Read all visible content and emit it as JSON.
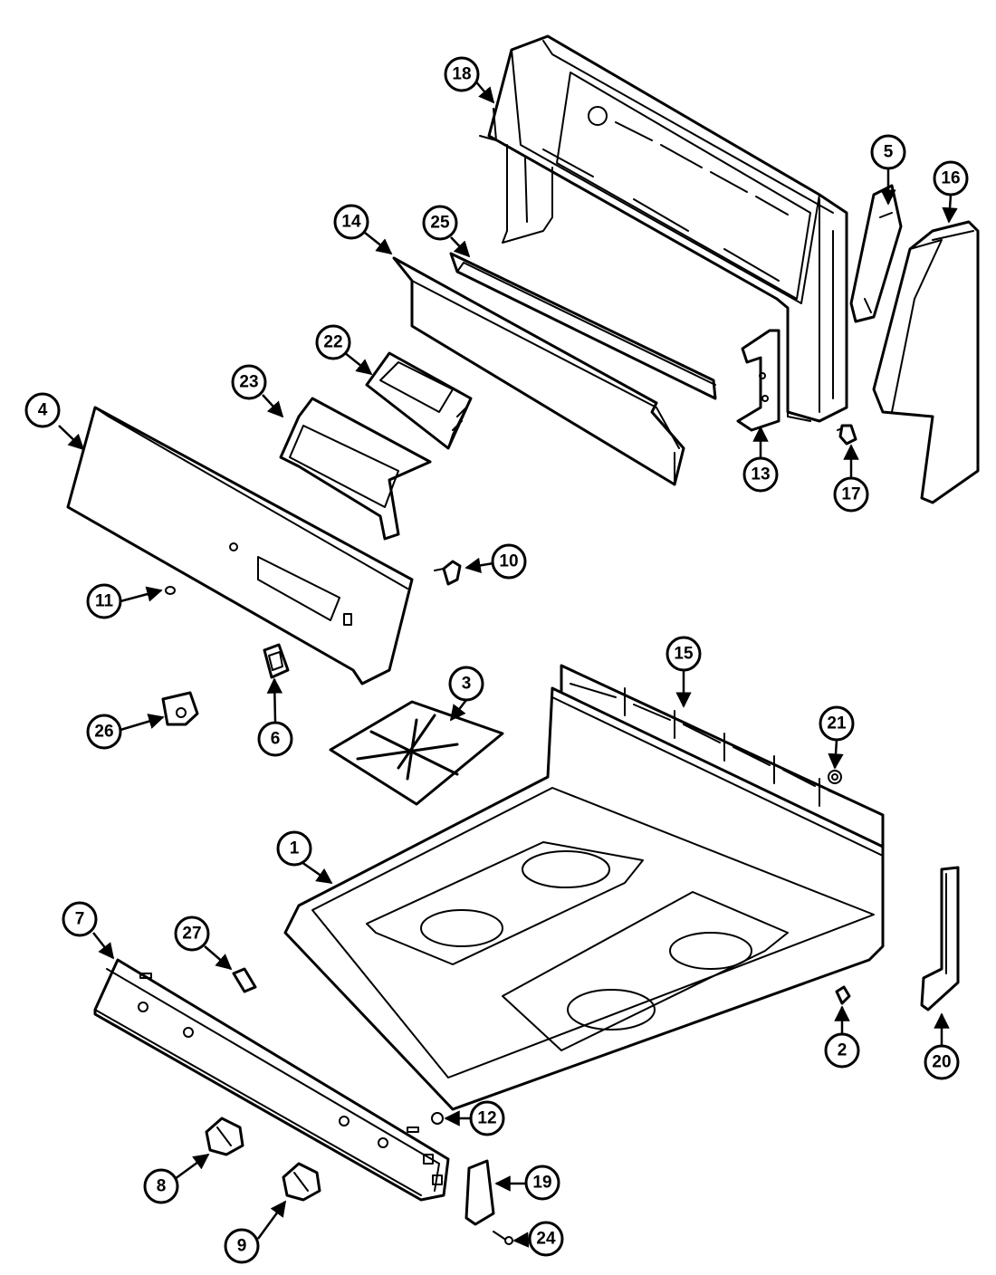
{
  "callouts": [
    {
      "label": "1"
    },
    {
      "label": "2"
    },
    {
      "label": "3"
    },
    {
      "label": "4"
    },
    {
      "label": "5"
    },
    {
      "label": "6"
    },
    {
      "label": "7"
    },
    {
      "label": "8"
    },
    {
      "label": "9"
    },
    {
      "label": "10"
    },
    {
      "label": "11"
    },
    {
      "label": "12"
    },
    {
      "label": "13"
    },
    {
      "label": "14"
    },
    {
      "label": "15"
    },
    {
      "label": "16"
    },
    {
      "label": "17"
    },
    {
      "label": "18"
    },
    {
      "label": "19"
    },
    {
      "label": "20"
    },
    {
      "label": "21"
    },
    {
      "label": "22"
    },
    {
      "label": "23"
    },
    {
      "label": "24"
    },
    {
      "label": "25"
    },
    {
      "label": "26"
    },
    {
      "label": "27"
    }
  ],
  "colors": {
    "line": "#000000",
    "background": "#ffffff"
  }
}
